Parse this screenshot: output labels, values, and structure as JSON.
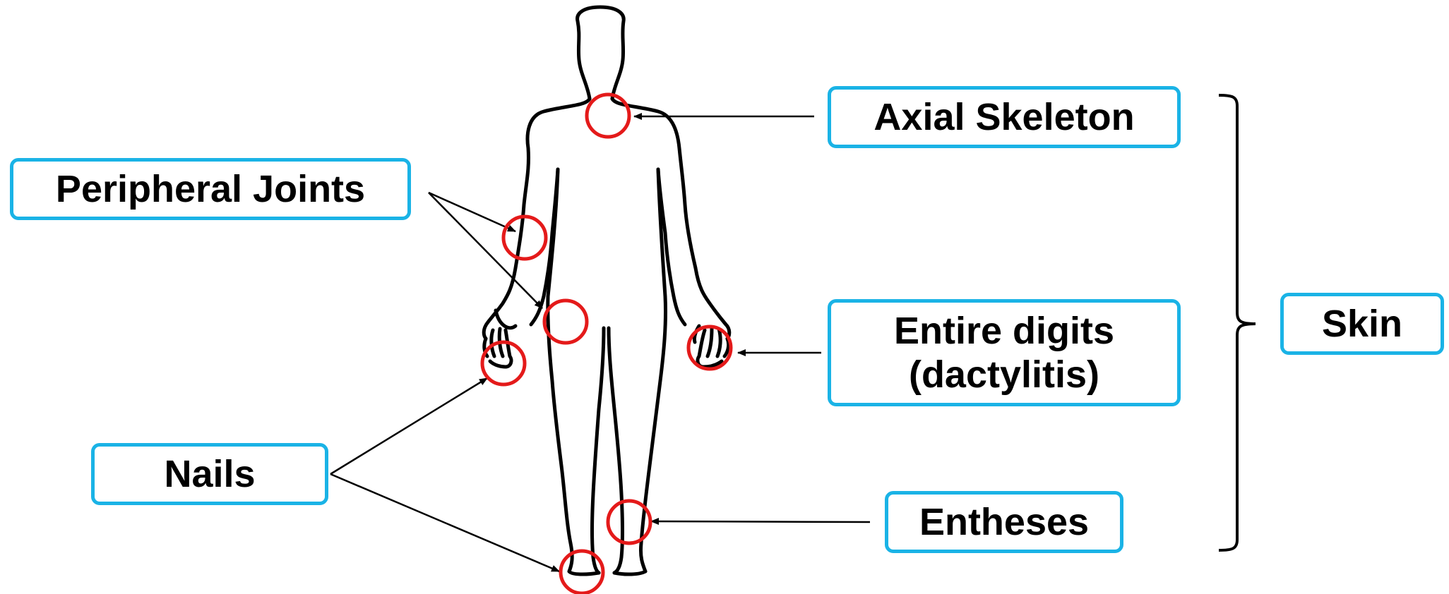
{
  "labels": {
    "axial": "Axial Skeleton",
    "peripheral": "Peripheral Joints",
    "digits_line1": "Entire digits",
    "digits_line2": "(dactylitis)",
    "nails": "Nails",
    "entheses": "Entheses",
    "skin": "Skin"
  },
  "colors": {
    "box_border": "#1ab3e6",
    "marker": "#e41a1a",
    "outline": "#000000"
  }
}
